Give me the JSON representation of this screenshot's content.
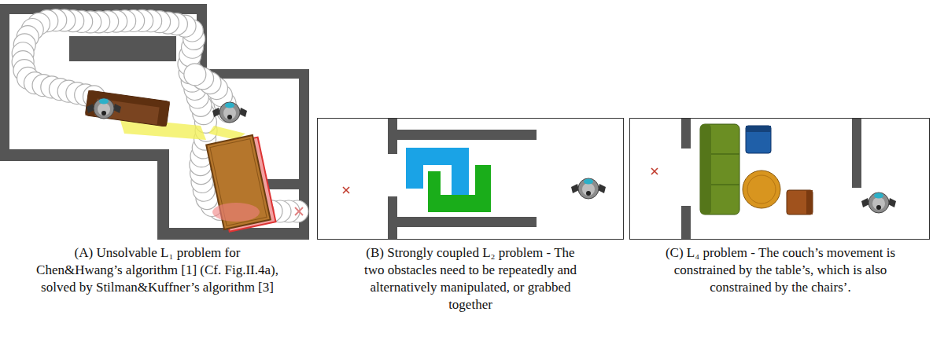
{
  "diagram": {
    "labels": [
      "(A) Unsolvable L₁ problem for Chen&Hwang’s algorithm [1] (Cf. Fig.II.4a), solved by Stilman&Kuffner’s algorithm [3]",
      "(B) Strongly coupled L₂ problem - The two obstacles need to be repeatedly and alternatively manipulated, or grabbed together",
      "(C) L₄ problem - The couch’s movement is constrained by the table’s, which is also constrained by the chairs’."
    ]
  }
}
